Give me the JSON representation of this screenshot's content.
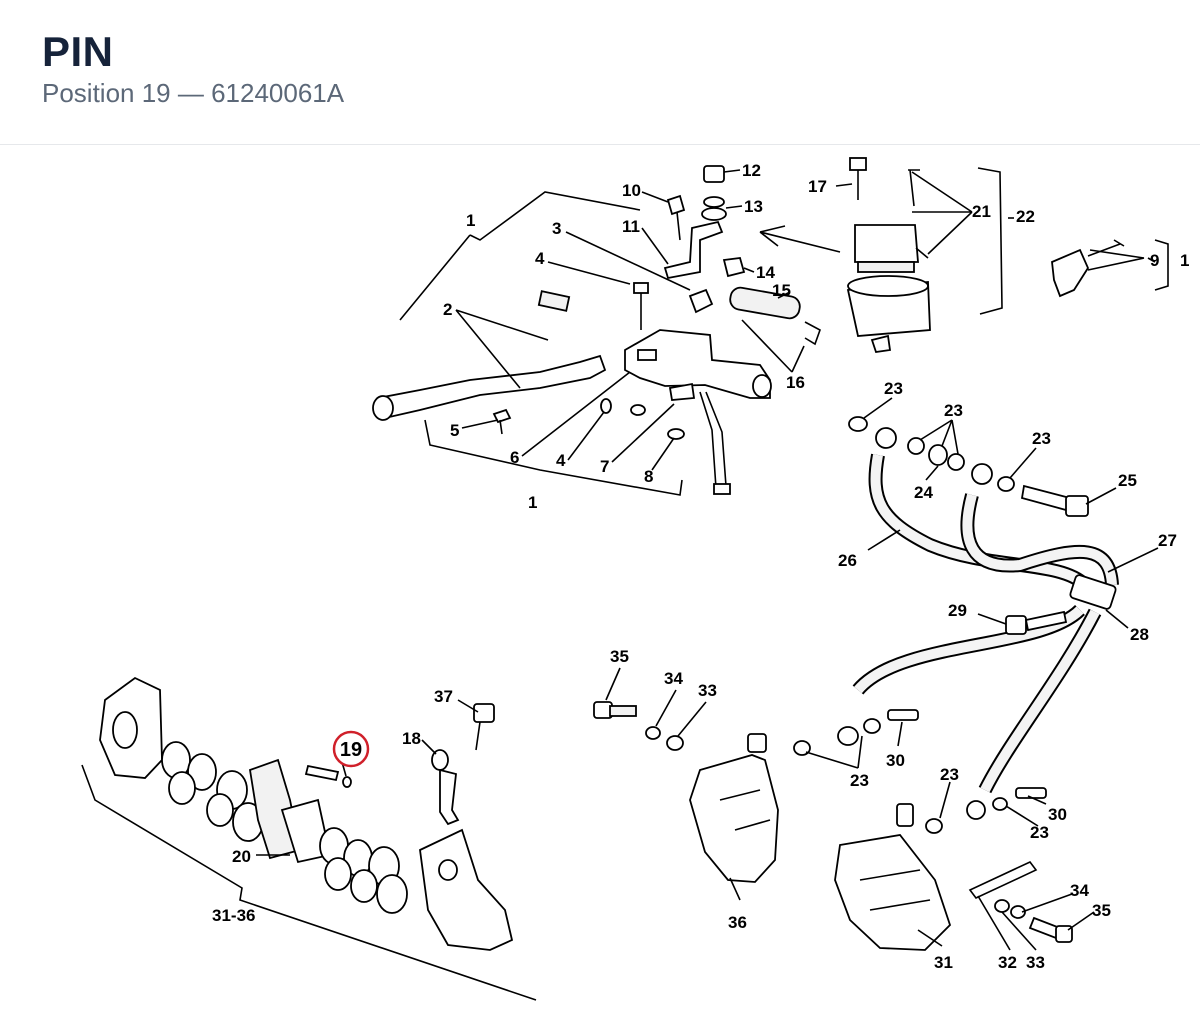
{
  "header": {
    "title": "PIN",
    "subtitle": "Position 19 — 61240061A"
  },
  "diagram": {
    "highlight": {
      "label": "19",
      "color": "#d0202a"
    },
    "labels": {
      "l1a": "1",
      "l1b": "1",
      "l1c": "1",
      "l2": "2",
      "l3": "3",
      "l4a": "4",
      "l4b": "4",
      "l5": "5",
      "l6": "6",
      "l7": "7",
      "l8": "8",
      "l9": "9",
      "l10": "10",
      "l11": "11",
      "l12": "12",
      "l13": "13",
      "l14": "14",
      "l15": "15",
      "l16": "16",
      "l17": "17",
      "l18": "18",
      "l20": "20",
      "l21": "21",
      "l22": "22",
      "l23a": "23",
      "l23b": "23",
      "l23c": "23",
      "l23d": "23",
      "l23e": "23",
      "l23f": "23",
      "l23g": "23",
      "l24": "24",
      "l25": "25",
      "l26": "26",
      "l27": "27",
      "l28": "28",
      "l29": "29",
      "l30a": "30",
      "l30b": "30",
      "l31": "31",
      "l3136": "31-36",
      "l32": "32",
      "l33a": "33",
      "l33b": "33",
      "l34a": "34",
      "l34b": "34",
      "l35a": "35",
      "l35b": "35",
      "l36": "36",
      "l37": "37"
    }
  }
}
